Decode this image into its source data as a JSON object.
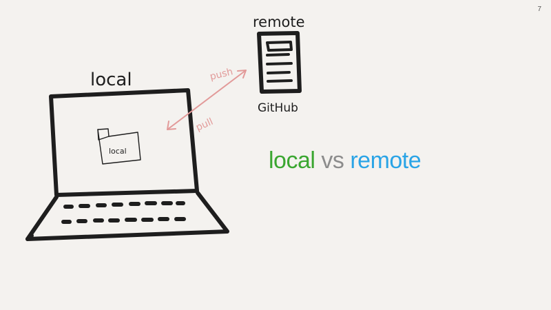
{
  "page_number": "7",
  "diagram": {
    "local_label": "local",
    "folder_label": "local",
    "remote_label": "remote",
    "remote_host": "GitHub",
    "push_label": "push",
    "pull_label": "pull"
  },
  "headline": {
    "left_word": "local",
    "middle_word": "vs",
    "right_word": "remote"
  },
  "colors": {
    "background": "#f4f2ef",
    "ink": "#1e1e1e",
    "arrow": "#e29a99",
    "local": "#3aa630",
    "vs": "#8c8c8c",
    "remote": "#2aa4e6"
  }
}
